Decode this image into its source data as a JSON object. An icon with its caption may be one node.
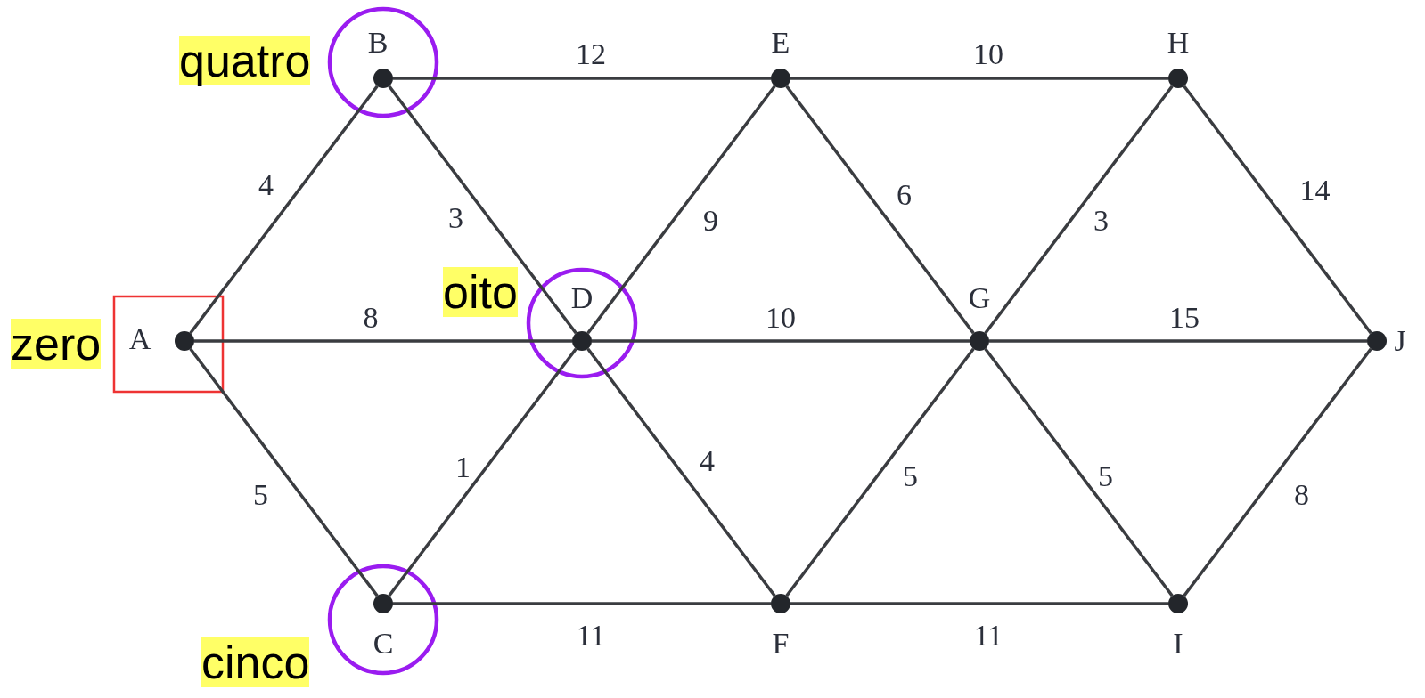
{
  "diagram": {
    "nodes": [
      {
        "text": [
          "A"
        ],
        "beside": [
          "zero"
        ]
      },
      {
        "text": [
          "B"
        ],
        "beside": [
          "quatro"
        ]
      },
      {
        "text": [
          "C"
        ],
        "beside": [
          "cinco"
        ]
      },
      {
        "text": [
          "D"
        ],
        "beside": [
          "oito"
        ]
      },
      {
        "text": [
          "E"
        ]
      },
      {
        "text": [
          "F"
        ]
      },
      {
        "text": [
          "G"
        ]
      },
      {
        "text": [
          "H"
        ]
      },
      {
        "text": [
          "I"
        ]
      },
      {
        "text": [
          "J"
        ]
      }
    ],
    "edges": [
      {
        "from": 0,
        "to": 1,
        "arrow": "none",
        "label": "4"
      },
      {
        "from": 0,
        "to": 3,
        "arrow": "none",
        "label": "8"
      },
      {
        "from": 0,
        "to": 2,
        "arrow": "none",
        "label": "5"
      },
      {
        "from": 1,
        "to": 4,
        "arrow": "none",
        "label": "12"
      },
      {
        "from": 1,
        "to": 3,
        "arrow": "none",
        "label": "3"
      },
      {
        "from": 2,
        "to": 3,
        "arrow": "none",
        "label": "1"
      },
      {
        "from": 2,
        "to": 5,
        "arrow": "none",
        "label": "11"
      },
      {
        "from": 3,
        "to": 4,
        "arrow": "none",
        "label": "9"
      },
      {
        "from": 3,
        "to": 6,
        "arrow": "none",
        "label": "10"
      },
      {
        "from": 3,
        "to": 5,
        "arrow": "none",
        "label": "4"
      },
      {
        "from": 4,
        "to": 7,
        "arrow": "none",
        "label": "10"
      },
      {
        "from": 4,
        "to": 6,
        "arrow": "none",
        "label": "6"
      },
      {
        "from": 5,
        "to": 6,
        "arrow": "none",
        "label": "5"
      },
      {
        "from": 5,
        "to": 8,
        "arrow": "none",
        "label": "11"
      },
      {
        "from": 6,
        "to": 7,
        "arrow": "none",
        "label": "3"
      },
      {
        "from": 6,
        "to": 9,
        "arrow": "none",
        "label": "15"
      },
      {
        "from": 6,
        "to": 8,
        "arrow": "none",
        "label": "5"
      },
      {
        "from": 7,
        "to": 9,
        "arrow": "none",
        "label": "14"
      },
      {
        "from": 8,
        "to": 9,
        "arrow": "none",
        "label": "8"
      }
    ]
  }
}
